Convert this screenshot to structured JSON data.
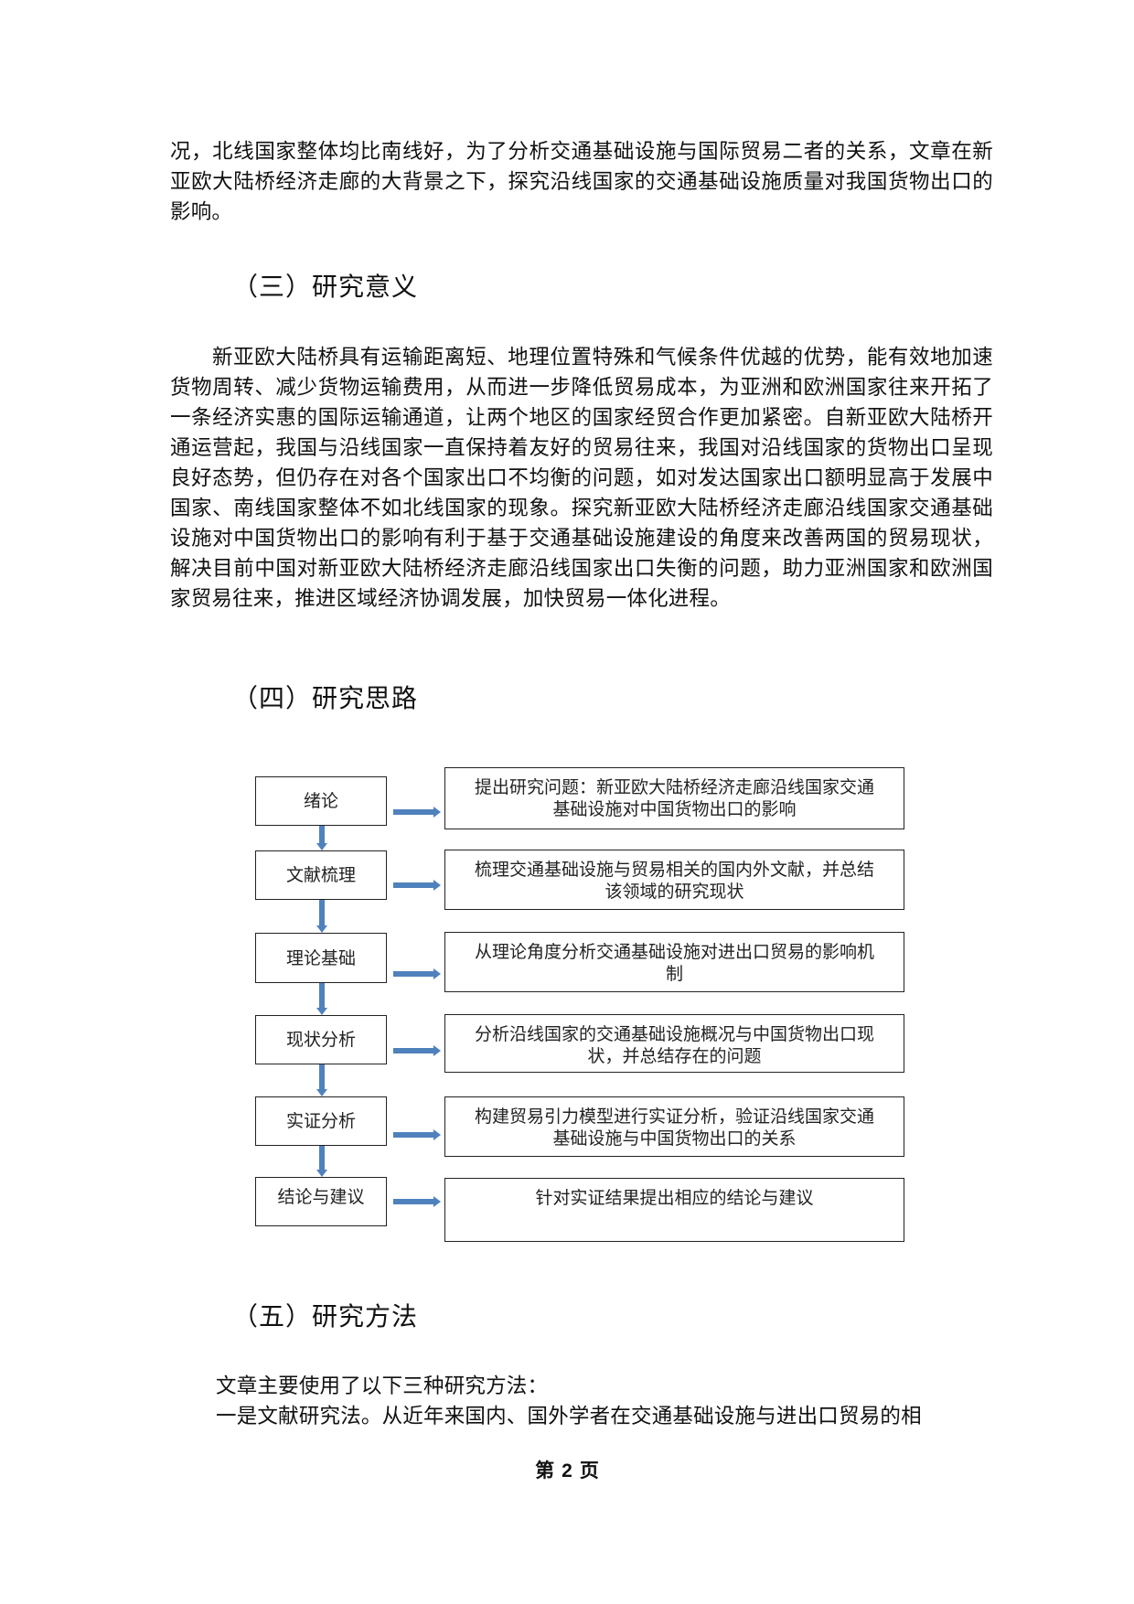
{
  "intro_paragraph": "况，北线国家整体均比南线好，为了分析交通基础设施与国际贸易二者的关系，文章在新亚欧大陆桥经济走廊的大背景之下，探究沿线国家的交通基础设施质量对我国货物出口的影响。",
  "section3": {
    "heading": "（三）研究意义",
    "body": "新亚欧大陆桥具有运输距离短、地理位置特殊和气候条件优越的优势，能有效地加速货物周转、减少货物运输费用，从而进一步降低贸易成本，为亚洲和欧洲国家往来开拓了一条经济实惠的国际运输通道，让两个地区的国家经贸合作更加紧密。自新亚欧大陆桥开通运营起，我国与沿线国家一直保持着友好的贸易往来，我国对沿线国家的货物出口呈现良好态势，但仍存在对各个国家出口不均衡的问题，如对发达国家出口额明显高于发展中国家、南线国家整体不如北线国家的现象。探究新亚欧大陆桥经济走廊沿线国家交通基础设施对中国货物出口的影响有利于基于交通基础设施建设的角度来改善两国的贸易现状，解决目前中国对新亚欧大陆桥经济走廊沿线国家出口失衡的问题，助力亚洲国家和欧洲国家贸易往来，推进区域经济协调发展，加快贸易一体化进程。"
  },
  "section4": {
    "heading": "（四）研究思路",
    "arrow_color": "#4f81bd",
    "flowchart": [
      {
        "stage": "绪论",
        "description": "提出研究问题：新亚欧大陆桥经济走廊沿线国家交通基础设施对中国货物出口的影响"
      },
      {
        "stage": "文献梳理",
        "description": "梳理交通基础设施与贸易相关的国内外文献，并总结该领域的研究现状"
      },
      {
        "stage": "理论基础",
        "description": "从理论角度分析交通基础设施对进出口贸易的影响机制"
      },
      {
        "stage": "现状分析",
        "description": "分析沿线国家的交通基础设施概况与中国货物出口现状，并总结存在的问题"
      },
      {
        "stage": "实证分析",
        "description": "构建贸易引力模型进行实证分析，验证沿线国家交通基础设施与中国货物出口的关系"
      },
      {
        "stage": "结论与建议",
        "description": "针对实证结果提出相应的结论与建议"
      }
    ]
  },
  "section5": {
    "heading": "（五）研究方法",
    "line1": "文章主要使用了以下三种研究方法：",
    "line2": "一是文献研究法。从近年来国内、国外学者在交通基础设施与进出口贸易的相"
  },
  "footer": {
    "prefix": "第",
    "page_number": "2",
    "suffix": "页"
  }
}
